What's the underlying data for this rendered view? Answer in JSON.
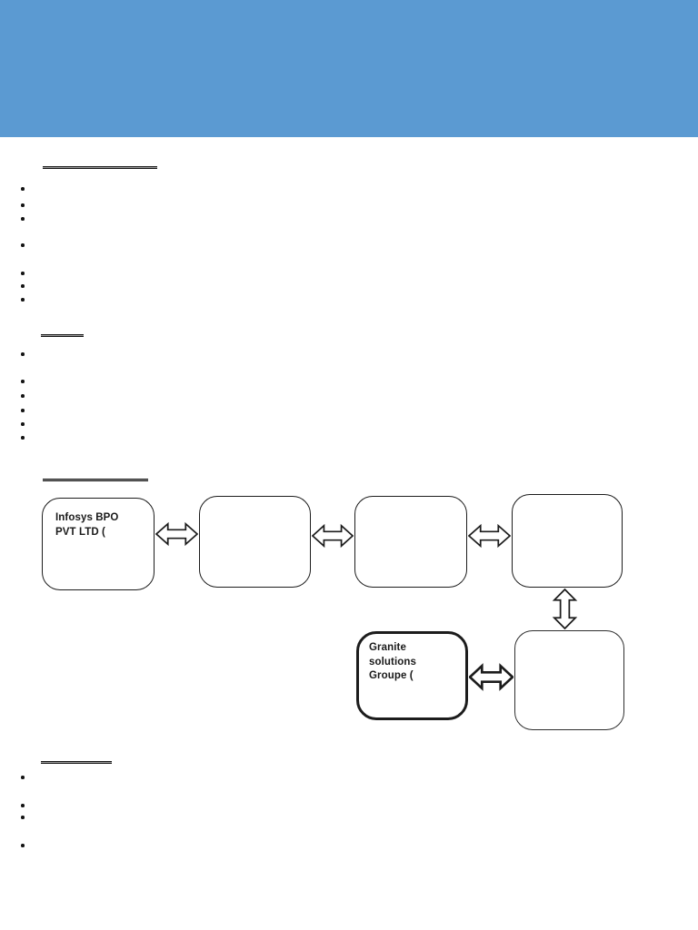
{
  "document": {
    "type": "resume-page",
    "header_band": {
      "background_color": "#5b9ad2"
    },
    "sections": [
      {
        "heading_text": "",
        "bullet_count": 7
      },
      {
        "heading_text": "",
        "bullet_count": 6
      },
      {
        "heading_text": "",
        "bullet_count": 0
      },
      {
        "heading_text": "",
        "bullet_count": 4
      }
    ]
  },
  "flowchart": {
    "connector_style": "hollow double-headed arrow",
    "row1_boxes": [
      {
        "label": "Infosys BPO\nPVT LTD ("
      },
      {
        "label": ""
      },
      {
        "label": ""
      },
      {
        "label": ""
      }
    ],
    "row2_boxes": [
      {
        "label": "Granite\nsolutions\nGroupe ("
      },
      {
        "label": ""
      }
    ]
  },
  "colors": {
    "header_blue": "#5b9ad2",
    "line_black": "#161616"
  }
}
